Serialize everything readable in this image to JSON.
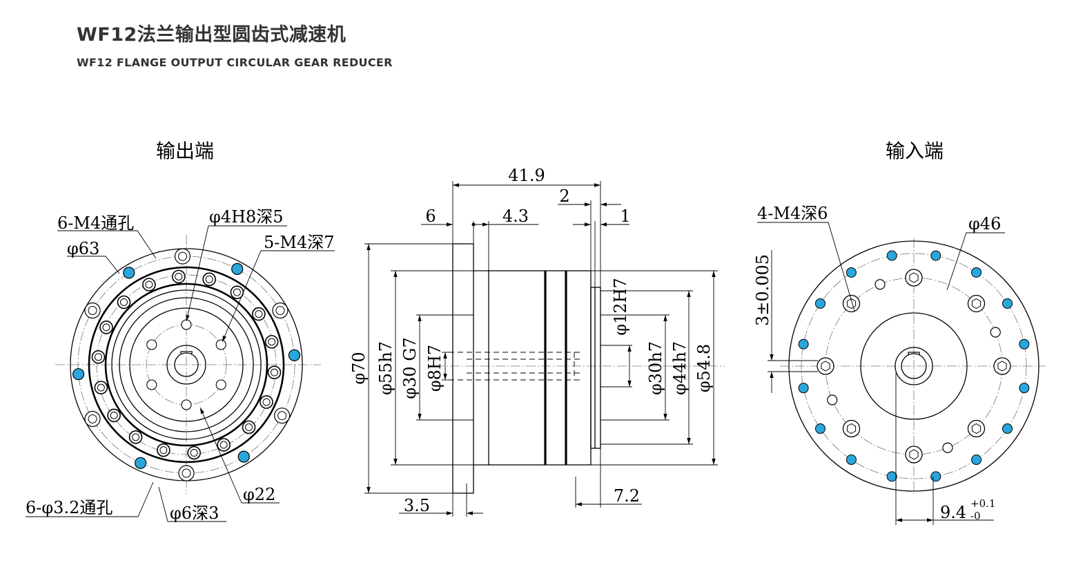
{
  "header": {
    "title_cn": "WF12法兰输出型圆齿式减速机",
    "title_en": "WF12 FLANGE OUTPUT CIRCULAR GEAR REDUCER"
  },
  "views": {
    "output_label": "输出端",
    "input_label": "输入端"
  },
  "output_view": {
    "holes_m4_through": "6-M4通孔",
    "dia_63": "φ63",
    "pin_4h8": "φ4H8深5",
    "tapped_m4_7": "5-M4深7",
    "holes_32": "6-φ3.2通孔",
    "dia_6_depth3": "φ6深3",
    "dia_22": "φ22"
  },
  "side_view": {
    "len_41_9": "41.9",
    "len_6": "6",
    "len_4_3": "4.3",
    "len_2": "2",
    "len_1": "1",
    "len_3_5": "3.5",
    "len_7_2": "7.2",
    "dia_70": "φ70",
    "dia_55h7": "φ55h7",
    "dia_30g7": "φ30 G7",
    "dia_8h7": "φ8H7",
    "dia_12h7": "φ12H7",
    "dia_30h7": "φ30h7",
    "dia_44h7": "φ44h7",
    "dia_54_8": "φ54.8"
  },
  "input_view": {
    "tapped_m4_6": "4-M4深6",
    "dia_46": "φ46",
    "tol_3": "3±0.005",
    "key_9_4": "9.4",
    "key_tol_upper": "+0.1",
    "key_tol_lower": "-0"
  },
  "colors": {
    "accent_holes": "#2aa6dc",
    "lines": "#000000",
    "title": "#333333"
  }
}
